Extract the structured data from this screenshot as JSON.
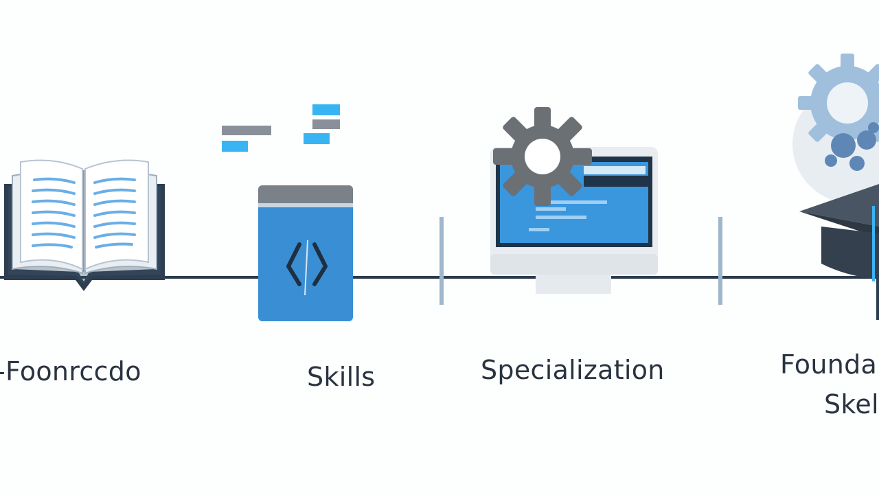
{
  "timeline": {
    "stages": [
      {
        "label": "-Foonrccdo",
        "icon": "open-book-icon"
      },
      {
        "label": "Skills",
        "icon": "code-book-icon"
      },
      {
        "label": "Specialization",
        "icon": "monitor-gear-icon"
      },
      {
        "label": "Founda",
        "label_line2": "Skel",
        "icon": "graduation-cap-gears-icon"
      }
    ]
  },
  "colors": {
    "line": "#2c3a4b",
    "accent_blue": "#3a8fd4",
    "light_blue": "#39b4f3",
    "gray": "#6c7176",
    "dark_navy": "#2d3e50",
    "text": "#2a3340"
  }
}
